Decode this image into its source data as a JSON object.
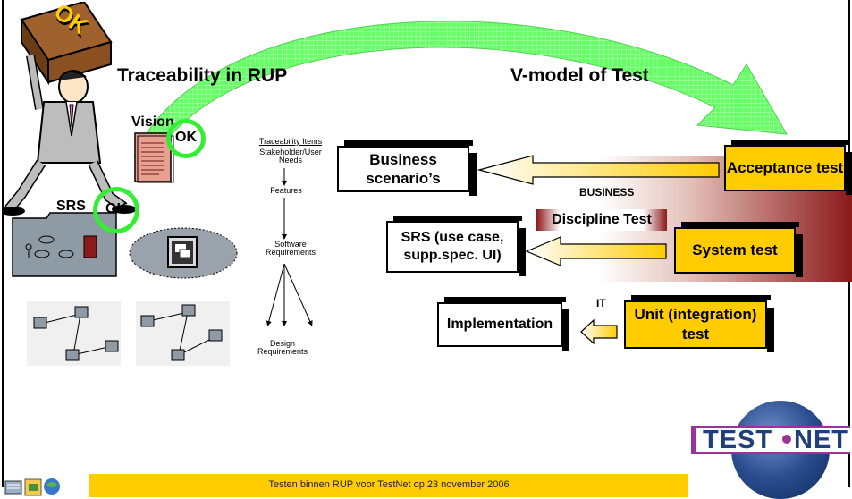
{
  "titles": {
    "left": "Traceability in RUP",
    "right": "V-model of Test"
  },
  "artifacts": {
    "vision": "Vision",
    "srs": "SRS",
    "ok": "OK",
    "man_sign": "OK"
  },
  "trace_items": {
    "header": "Traceability Items",
    "stakeholder": "Stakeholder/User Needs",
    "features": "Features",
    "software": "Software Requirements",
    "design": "Design Requirements"
  },
  "vmodel": {
    "left_boxes": {
      "business": "Business scenario’s",
      "srs": "SRS (use case, supp.spec. UI)",
      "implementation": "Implementation"
    },
    "right_boxes": {
      "acceptance": "Acceptance test",
      "system": "System test",
      "unit": "Unit (integration) test"
    },
    "labels": {
      "business": "BUSINESS",
      "discipline": "Discipline Test",
      "it": "IT"
    }
  },
  "logo": {
    "left": "TEST",
    "right": "NET"
  },
  "footer": {
    "text": "Testen binnen RUP voor TestNet op 23 november 2006"
  },
  "colors": {
    "accent_yellow": "#ffcc00",
    "arrow_green": "#66ff66",
    "ok_green": "#33ee33",
    "band_red": "#8b1a1a",
    "logo_blue": "#1f3f7a",
    "logo_purple": "#993399"
  }
}
